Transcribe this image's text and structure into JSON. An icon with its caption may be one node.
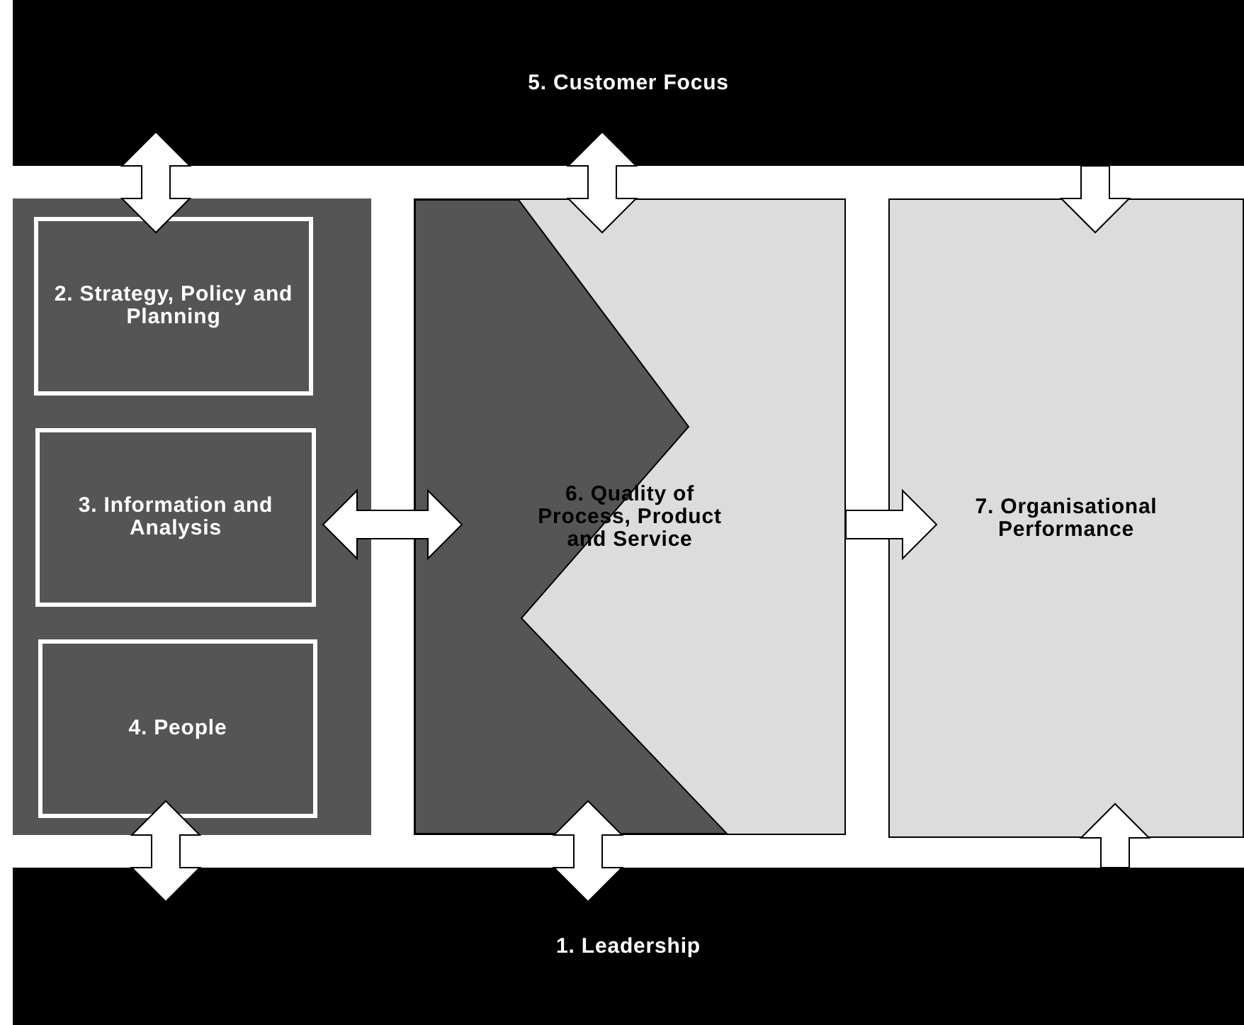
{
  "diagram": {
    "nodes": [
      {
        "text": [
          "5. Customer Focus"
        ]
      },
      {
        "text": [],
        "shape": "box"
      },
      {
        "text": [
          "2. Strategy, Policy and Planning"
        ],
        "in": 1
      },
      {
        "text": [
          "3. Information and Analysis"
        ],
        "in": 1
      },
      {
        "text": [
          "4. People"
        ],
        "in": 1
      },
      {
        "text": [
          "6. Quality of Process, Product and Service"
        ]
      },
      {
        "text": [
          "7. Organisational Performance"
        ]
      },
      {
        "text": [
          "1. Leadership"
        ]
      }
    ],
    "edges": [
      {
        "from": 0,
        "to": 1,
        "arrow": "both"
      },
      {
        "from": 0,
        "to": 5,
        "arrow": "both"
      },
      {
        "from": 0,
        "to": 6,
        "arrow": "to"
      },
      {
        "from": 1,
        "to": 5,
        "arrow": "both"
      },
      {
        "from": 5,
        "to": 6,
        "arrow": "to"
      },
      {
        "from": 7,
        "to": 1,
        "arrow": "both"
      },
      {
        "from": 7,
        "to": 5,
        "arrow": "both"
      },
      {
        "from": 7,
        "to": 6,
        "arrow": "to"
      }
    ]
  }
}
